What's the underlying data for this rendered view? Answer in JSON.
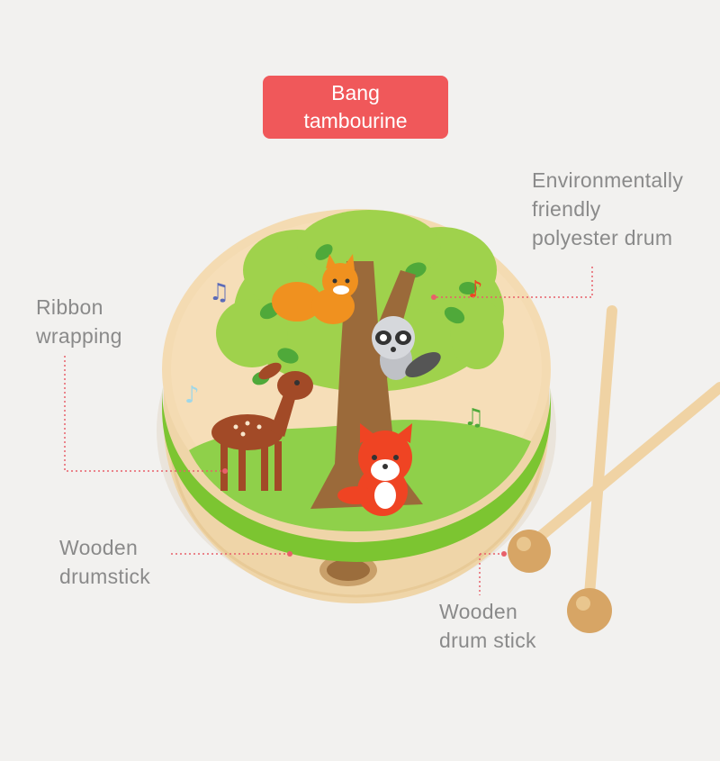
{
  "title": {
    "line1": "Bang",
    "line2": "tambourine"
  },
  "callouts": {
    "environment": {
      "lines": [
        "Environmentally",
        "friendly",
        "polyester drum"
      ]
    },
    "ribbon": {
      "lines": [
        "Ribbon",
        "wrapping"
      ]
    },
    "wooden_drumstick": {
      "lines": [
        "Wooden",
        "drumstick"
      ]
    },
    "wooden_drum_stick": {
      "lines": [
        "Wooden",
        "drum stick"
      ]
    }
  },
  "colors": {
    "badge": "#f0585a",
    "callout_text": "#8a8a8a",
    "leader_line": "#e8606a",
    "ribbon": "#7cc531",
    "wood": "#f0d8ae"
  }
}
